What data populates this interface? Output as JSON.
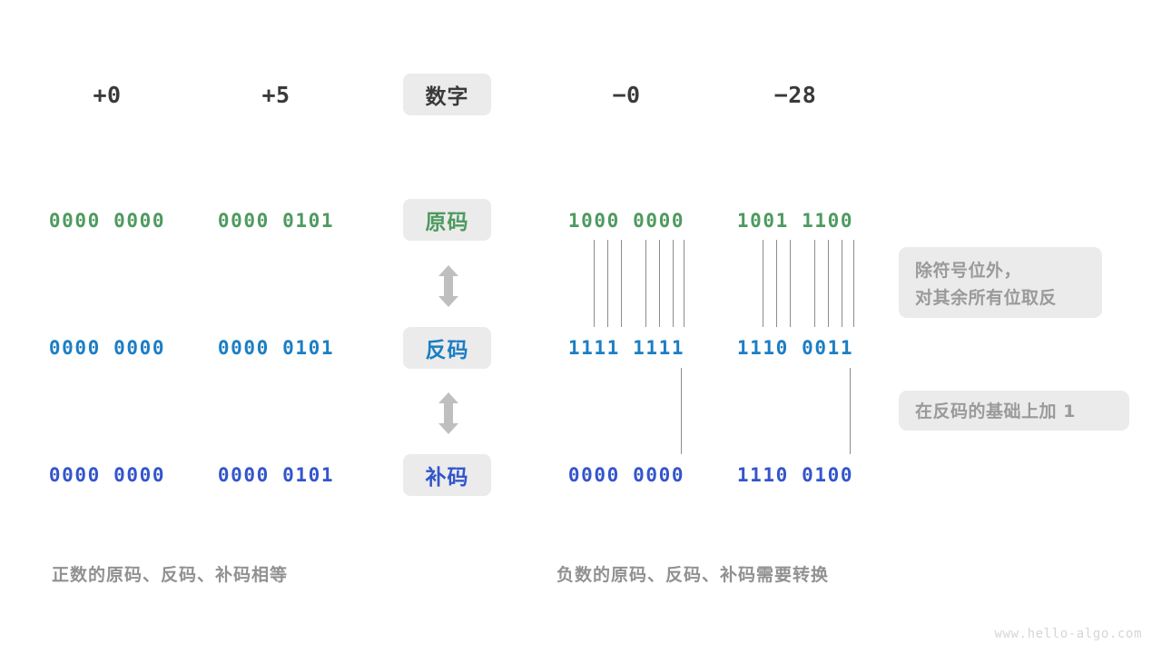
{
  "page": {
    "watermark": "www.hello-algo.com"
  },
  "columns": {
    "headers": [
      "+0",
      "+5",
      "数字",
      "−0",
      "−28"
    ]
  },
  "rows": [
    {
      "label": "原码",
      "color": "#4e9a5f",
      "values": [
        "0000 0000",
        "0000 0101",
        "1000 0000",
        "1001 1100"
      ]
    },
    {
      "label": "反码",
      "color": "#1b7ec4",
      "values": [
        "0000 0000",
        "0000 0101",
        "1111 1111",
        "1110 0011"
      ]
    },
    {
      "label": "补码",
      "color": "#3355cc",
      "values": [
        "0000 0000",
        "0000 0101",
        "0000 0000",
        "1110 0100"
      ]
    }
  ],
  "notes": [
    {
      "line1": "除符号位外，",
      "line2": "对其余所有位取反"
    },
    {
      "line1": "在反码的基础上加  1",
      "line2": ""
    }
  ],
  "captions": {
    "left": "正数的原码、反码、补码相等",
    "right": "负数的原码、反码、补码需要转换"
  },
  "colors": {
    "sign_magnitude": "#4e9a5f",
    "ones_complement": "#1b7ec4",
    "twos_complement": "#3355cc",
    "badge_bg": "#ebebeb",
    "note_text": "#9a9a9a"
  }
}
